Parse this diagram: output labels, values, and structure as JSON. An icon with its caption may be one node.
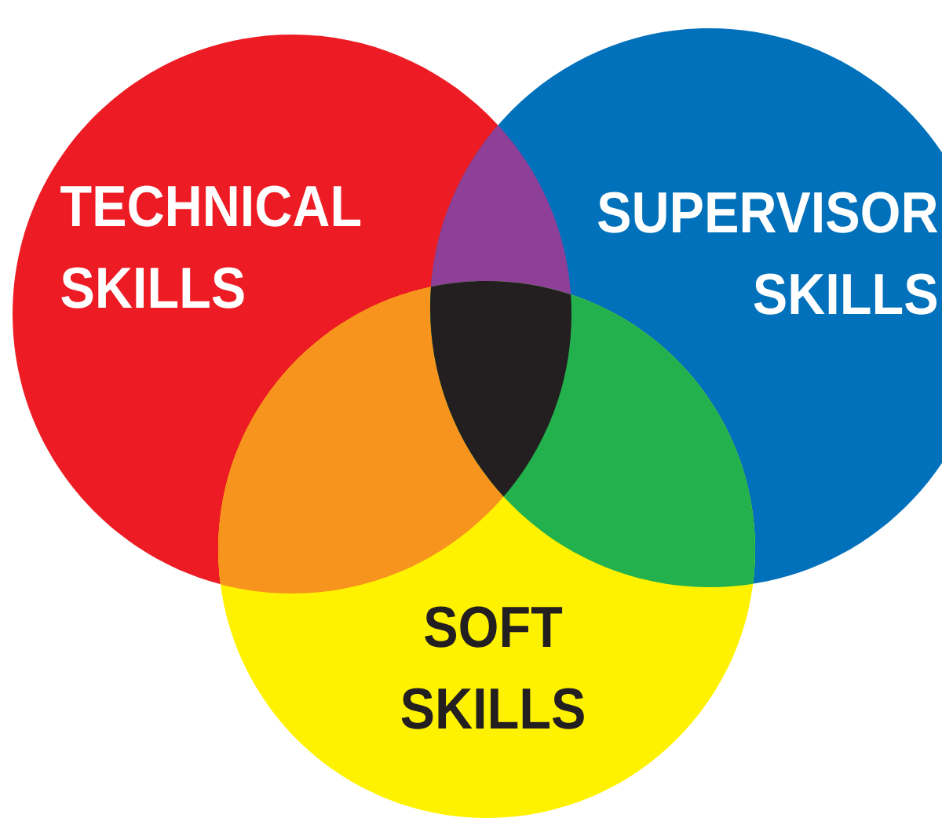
{
  "diagram": {
    "nodes": [
      {
        "text": [
          "TECHNICAL SKILLS"
        ]
      },
      {
        "text": [
          "SUPERVISOR SKILLS"
        ]
      },
      {
        "text": [
          "SOFT SKILLS"
        ]
      }
    ]
  }
}
